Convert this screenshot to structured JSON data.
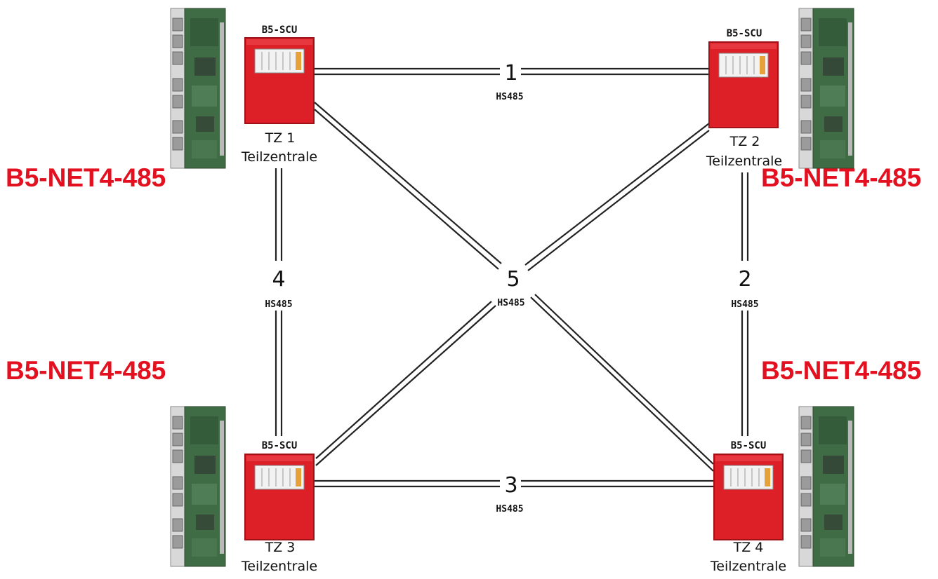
{
  "colors": {
    "accent_red": "#e3101f",
    "panel_red": "#dd1f27",
    "line": "#222222",
    "board_green": "#3f6b45"
  },
  "panels": [
    {
      "id": "tz1",
      "model": "B5-SCU",
      "name": "TZ 1",
      "type": "Teilzentrale"
    },
    {
      "id": "tz2",
      "model": "B5-SCU",
      "name": "TZ 2",
      "type": "Teilzentrale"
    },
    {
      "id": "tz3",
      "model": "B5-SCU",
      "name": "TZ 3",
      "type": "Teilzentrale"
    },
    {
      "id": "tz4",
      "model": "B5-SCU",
      "name": "TZ 4",
      "type": "Teilzentrale"
    }
  ],
  "net_modules": [
    {
      "label": "B5-NET4-485"
    },
    {
      "label": "B5-NET4-485"
    },
    {
      "label": "B5-NET4-485"
    },
    {
      "label": "B5-NET4-485"
    }
  ],
  "links": [
    {
      "number": "1",
      "protocol": "HS485",
      "from": "tz1",
      "to": "tz2"
    },
    {
      "number": "2",
      "protocol": "HS485",
      "from": "tz2",
      "to": "tz4"
    },
    {
      "number": "3",
      "protocol": "HS485",
      "from": "tz3",
      "to": "tz4"
    },
    {
      "number": "4",
      "protocol": "HS485",
      "from": "tz1",
      "to": "tz3"
    },
    {
      "number": "5",
      "protocol": "HS485",
      "from": "tz1",
      "to": "tz4"
    }
  ]
}
